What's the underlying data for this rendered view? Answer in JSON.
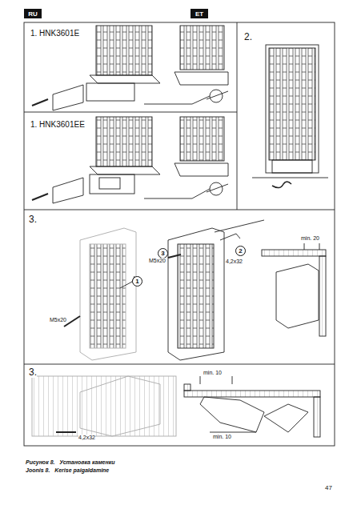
{
  "diagram": {
    "caption": "Рисунок 8.   Установка каменки",
    "nodes": [
      {
        "text": [
          "RU"
        ]
      },
      {
        "text": [
          "ET"
        ]
      },
      {
        "text": [
          "1"
        ]
      },
      {
        "text": [
          "2"
        ]
      },
      {
        "text": [
          "3"
        ]
      }
    ],
    "labels": [
      "1. HNK3601E",
      "1. HNK3601EE",
      "2.",
      "3.",
      "M5x20",
      "4,2x32",
      "min. 20",
      "M5x20",
      "3.",
      "4,2x32",
      "min. 10",
      "min. 10",
      "Joonis 8.   Kerise paigaldamine",
      "47"
    ]
  }
}
